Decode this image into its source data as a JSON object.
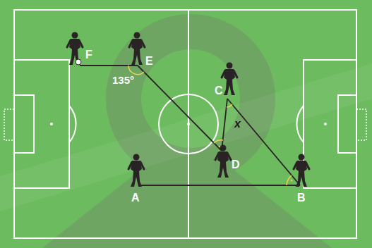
{
  "diagram": {
    "labels": [
      "F",
      "E",
      "135°",
      "C",
      "x",
      "D",
      "A",
      "B"
    ]
  }
}
